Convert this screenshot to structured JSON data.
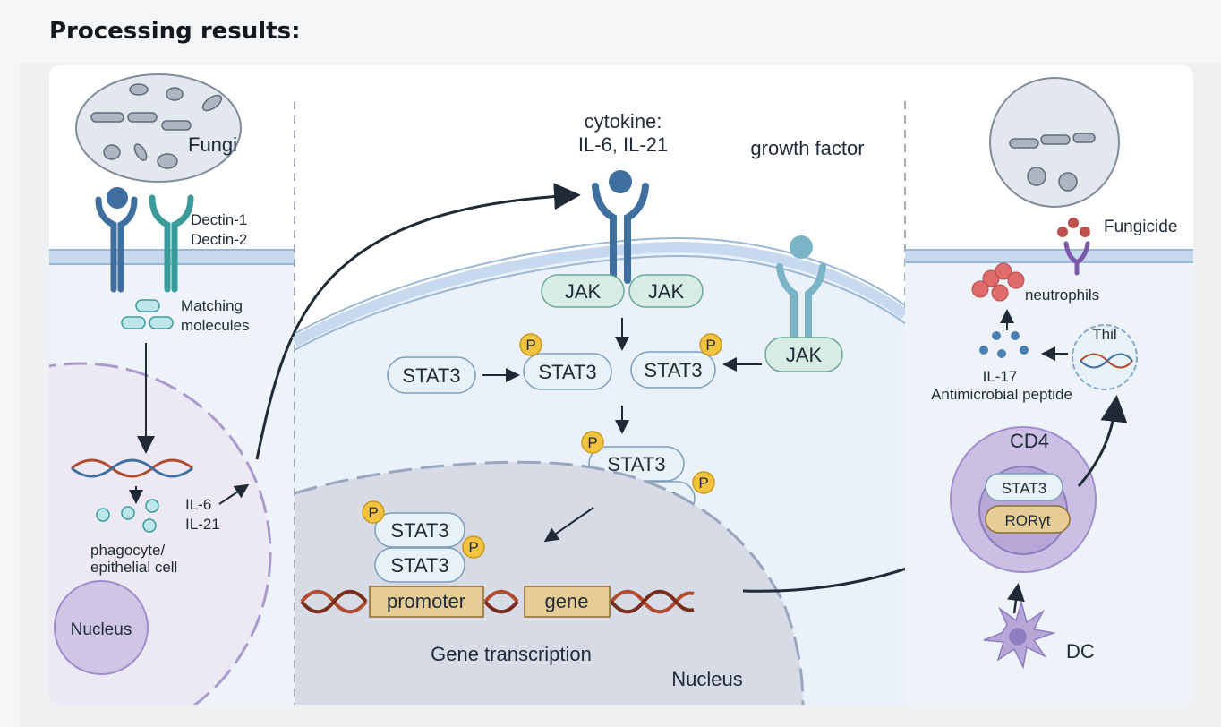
{
  "header": {
    "title": "Processing results:"
  },
  "figure": {
    "left": {
      "fungi": "Fungi",
      "dectin1": "Dectin-1",
      "dectin2": "Dectin-2",
      "matching1": "Matching",
      "matching2": "molecules",
      "il6": "IL-6",
      "il21": "IL-21",
      "phagocyte1": "phagocyte/",
      "phagocyte2": "epithelial cell",
      "nucleus": "Nucleus"
    },
    "middle": {
      "cytokine1": "cytokine:",
      "cytokine2": "IL-6, IL-21",
      "growth_factor": "growth factor",
      "jak": "JAK",
      "stat3": "STAT3",
      "p": "P",
      "promoter": "promoter",
      "gene": "gene",
      "gene_transcription": "Gene transcription",
      "nucleus": "Nucleus"
    },
    "right": {
      "fungicide": "Fungicide",
      "neutrophils": "neutrophils",
      "il17": "IL-17",
      "antimicrobial": "Antimicrobial peptide",
      "thil": "Thil",
      "cd4": "CD4",
      "stat3": "STAT3",
      "rorgt": "RORγt",
      "dc": "DC"
    },
    "colors": {
      "membrane": "#a9c4e0",
      "receptor_blue": "#3f6f9f",
      "receptor_teal": "#3b9a9a",
      "stat_fill": "#e6f1f8",
      "jak_fill": "#d8ece6",
      "p_badge": "#f2c33e",
      "nucleus_fill": "#d6dbe6",
      "cd4_fill": "#b7a7d6",
      "dna_red": "#b24a2e",
      "box_tan": "#e6cd96"
    }
  }
}
